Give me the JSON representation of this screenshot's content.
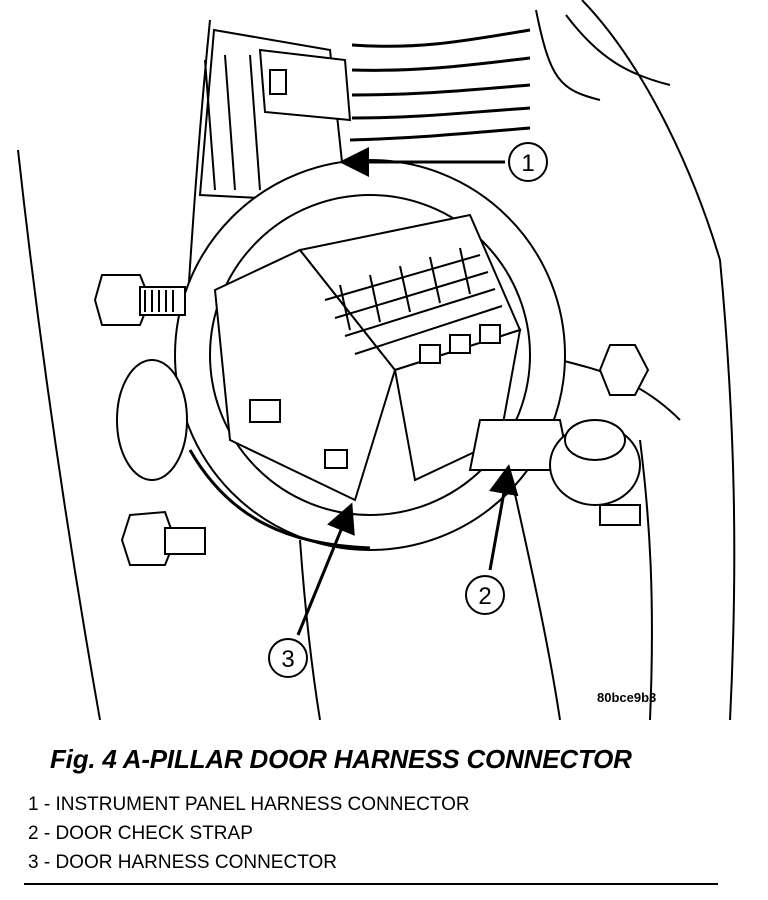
{
  "figure": {
    "code": "80bce9b3",
    "caption": "Fig. 4 A-PILLAR DOOR HARNESS CONNECTOR"
  },
  "callouts": [
    "1",
    "2",
    "3"
  ],
  "legend": [
    "1 - INSTRUMENT PANEL HARNESS CONNECTOR",
    "2 - DOOR CHECK STRAP",
    "3 - DOOR HARNESS CONNECTOR"
  ]
}
